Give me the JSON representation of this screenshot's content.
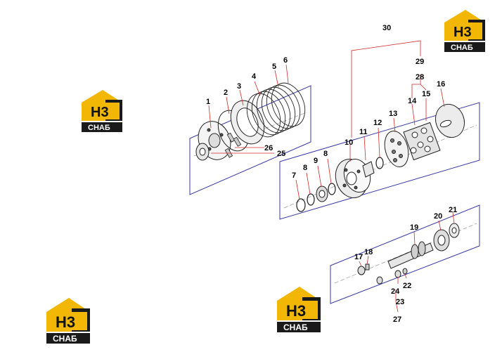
{
  "labels": {
    "l1": "1",
    "l2": "2",
    "l3": "3",
    "l4": "4",
    "l5": "5",
    "l6": "6",
    "l7": "7",
    "l8a": "8",
    "l8b": "8",
    "l9": "9",
    "l10": "10",
    "l11": "11",
    "l12": "12",
    "l13": "13",
    "l14": "14",
    "l15": "15",
    "l16": "16",
    "l17": "17",
    "l18": "18",
    "l19": "19",
    "l20": "20",
    "l21": "21",
    "l22": "22",
    "l23": "23",
    "l24": "24",
    "l25": "25",
    "l26": "26",
    "l27": "27",
    "l28": "28",
    "l29": "29",
    "l30": "30"
  },
  "logo": {
    "top": "Н3",
    "bottom": "СНАБ"
  },
  "colors": {
    "frame": "#3a3aa8",
    "leader": "#d02a2a",
    "logo_gold": "#f2b705",
    "logo_dark": "#1a1a1a"
  }
}
